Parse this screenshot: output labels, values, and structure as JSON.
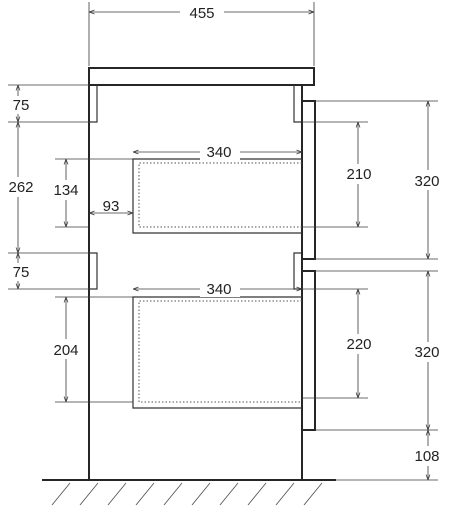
{
  "dimensions": {
    "overall_width": "455",
    "top_gap_left": "75",
    "left_height": "262",
    "upper_drawer_inner_depth": "340",
    "upper_drawer_inner_height": "134",
    "upper_drawer_offset": "93",
    "upper_front_inner_height": "210",
    "upper_front_height": "320",
    "middle_gap_left": "75",
    "lower_drawer_inner_depth": "340",
    "lower_drawer_inner_height": "204",
    "lower_front_inner_height": "220",
    "lower_front_height": "320",
    "leg_height": "108"
  },
  "colors": {
    "outline": "#262626",
    "dimension_line": "#3a3a3a",
    "background": "#ffffff"
  }
}
